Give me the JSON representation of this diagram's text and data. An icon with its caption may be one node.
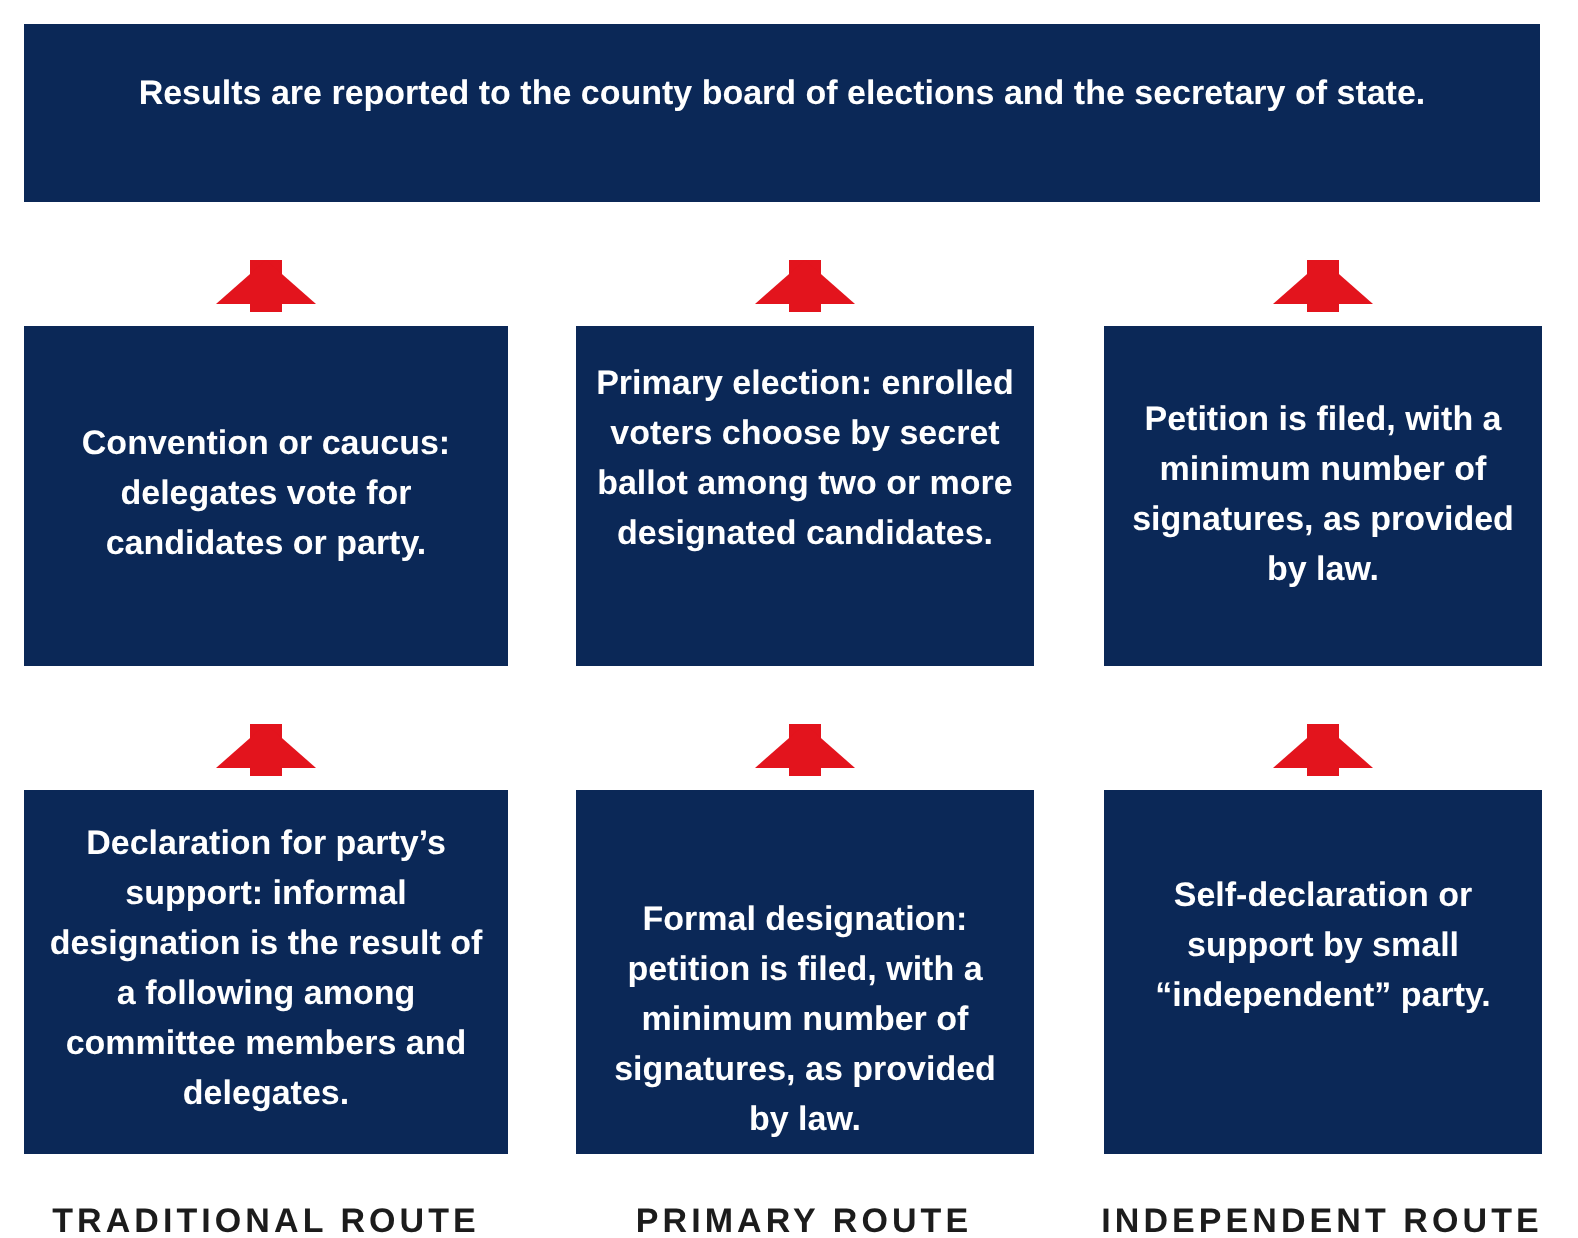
{
  "diagram": {
    "nodes": [
      {
        "text": [
          "Results are reported to the county board of elections and the secretary of state."
        ]
      },
      {
        "text": [
          "Convention or caucus: delegates vote for candidates or party."
        ]
      },
      {
        "text": [
          "Primary election: enrolled voters choose by secret ballot among two or more designated candidates."
        ]
      },
      {
        "text": [
          "Petition is filed, with a minimum number of signatures, as provided by law."
        ]
      },
      {
        "text": [
          "Declaration for party’s support: informal designation is the result of a following among committee members and delegates."
        ]
      },
      {
        "text": [
          "Formal designation: petition is filed, with a minimum number of signatures, as provided by law."
        ]
      },
      {
        "text": [
          "Self-declaration or support by small “independent” party."
        ]
      }
    ],
    "edges": [
      {
        "from": 1,
        "to": 0,
        "arrow": "to"
      },
      {
        "from": 2,
        "to": 0,
        "arrow": "to"
      },
      {
        "from": 3,
        "to": 0,
        "arrow": "to"
      },
      {
        "from": 4,
        "to": 1,
        "arrow": "to"
      },
      {
        "from": 5,
        "to": 2,
        "arrow": "to"
      },
      {
        "from": 6,
        "to": 3,
        "arrow": "to"
      }
    ],
    "labels": [
      "TRADITIONAL ROUTE",
      "PRIMARY ROUTE",
      "INDEPENDENT ROUTE"
    ]
  }
}
